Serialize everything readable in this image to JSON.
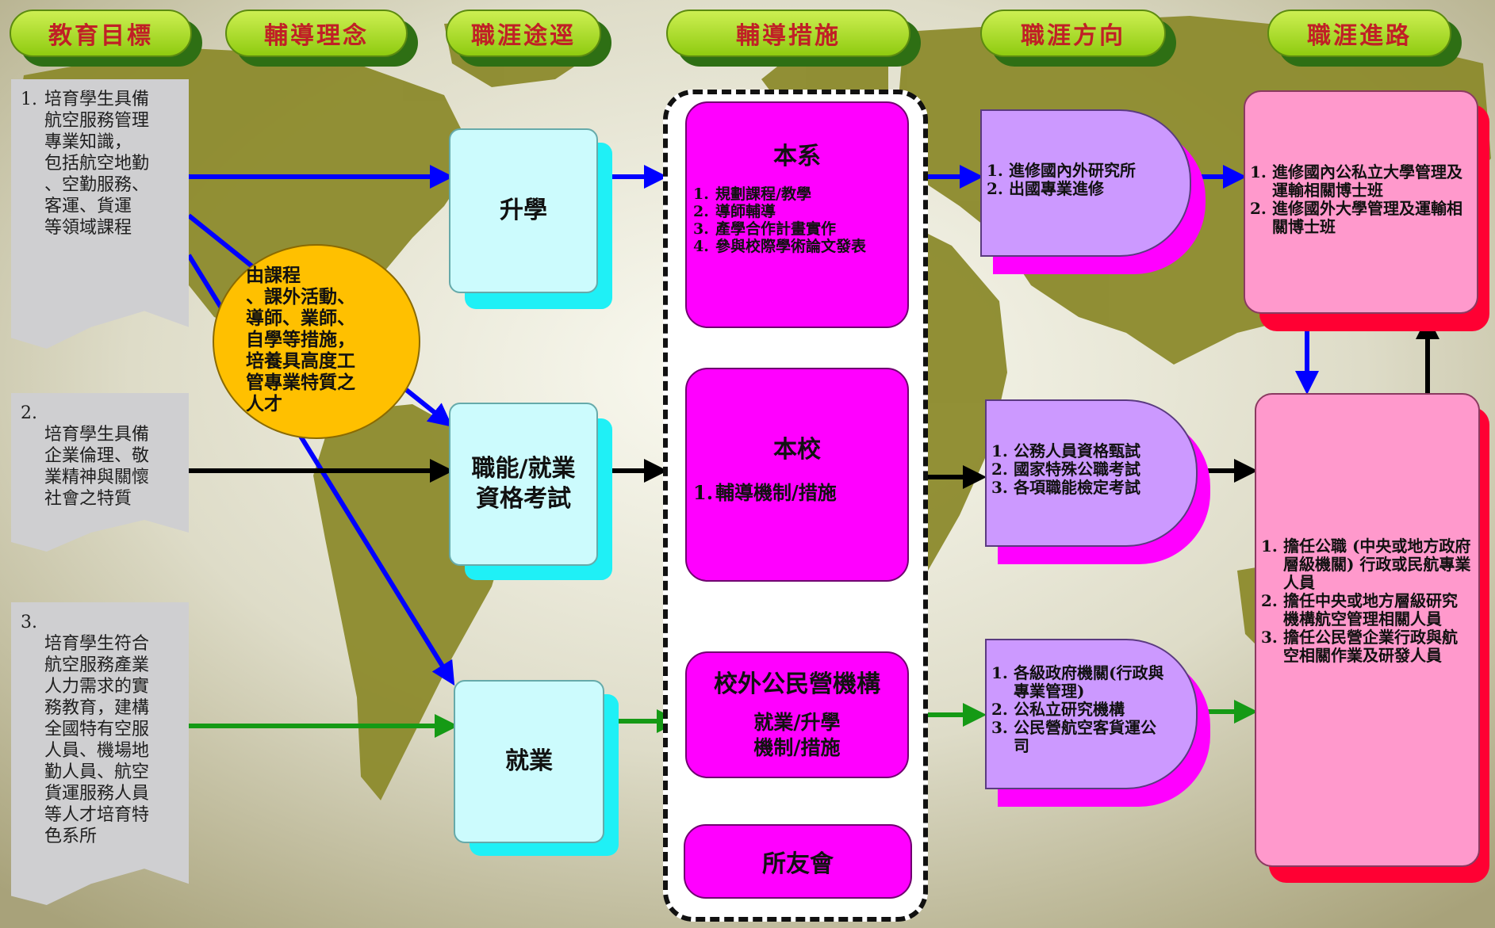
{
  "headers": [
    "教育目標",
    "輔導理念",
    "職涯途逕",
    "輔導措施",
    "職涯方向",
    "職涯進路"
  ],
  "goals": [
    {
      "num": "1.",
      "text": "培育學生具備\n航空服務管理\n專業知識，\n包括航空地勤\n、空勤服務、\n客運、貨運\n等領域課程"
    },
    {
      "num": "2.",
      "text": "培育學生具備\n企業倫理、敬\n業精神與關懷\n社會之特質"
    },
    {
      "num": "3.",
      "text": "培育學生符合\n航空服務產業\n人力需求的實\n務教育，建構\n全國特有空服\n人員、機場地\n勤人員、航空\n貨運服務人員\n等人才培育特\n色系所"
    }
  ],
  "concept": "由課程\n、課外活動、\n導師、業師、\n自學等措施，\n培養具高度工\n管專業特質之\n人才",
  "paths": [
    "升學",
    "職能/就業\n資格考試",
    "就業"
  ],
  "measures": [
    {
      "title": "本系",
      "items": [
        {
          "n": "1.",
          "t": "規劃課程/教學"
        },
        {
          "n": "2.",
          "t": "導師輔導"
        },
        {
          "n": "3.",
          "t": "產學合作計畫實作"
        },
        {
          "n": "4.",
          "t": "參與校際學術論文發表"
        }
      ]
    },
    {
      "title": "本校",
      "items": [
        {
          "n": "1.",
          "t": "輔導機制/措施"
        }
      ]
    },
    {
      "title": "校外公民營機構",
      "sub": "就業/升學\n機制/措施"
    },
    {
      "title": "所友會"
    }
  ],
  "directions": [
    [
      {
        "n": "1.",
        "t": "進修國內外研究所"
      },
      {
        "n": "2.",
        "t": "出國專業進修"
      }
    ],
    [
      {
        "n": "1.",
        "t": "公務人員資格甄試"
      },
      {
        "n": "2.",
        "t": "國家特殊公職考試"
      },
      {
        "n": "3.",
        "t": "各項職能檢定考試"
      }
    ],
    [
      {
        "n": "1.",
        "t": "各級政府機關(行政與專業管理)"
      },
      {
        "n": "2.",
        "t": "公私立研究機構"
      },
      {
        "n": "3.",
        "t": "公民營航空客貨運公司"
      }
    ]
  ],
  "careers": [
    [
      {
        "n": "1.",
        "t": "進修國內公私立大學管理及運輸相關博士班"
      },
      {
        "n": "2.",
        "t": "進修國外大學管理及運輸相關博士班"
      }
    ],
    [
      {
        "n": "1.",
        "t": "擔任公職 (中央或地方政府層級機關) 行政或民航專業人員"
      },
      {
        "n": "2.",
        "t": "擔任中央或地方層級研究機構航空管理相關人員"
      },
      {
        "n": "3.",
        "t": "擔任公民營企業行政與航空相關作業及研發人員"
      }
    ]
  ],
  "colors": {
    "blue": "#0000ff",
    "black": "#000000",
    "green": "#159a15",
    "header_text": "#c02026",
    "magenta": "#ff00ff",
    "lavender": "#cc99ff",
    "pink": "#ff99cc",
    "cyan": "#ccfbfd",
    "gold": "#ffc000"
  }
}
